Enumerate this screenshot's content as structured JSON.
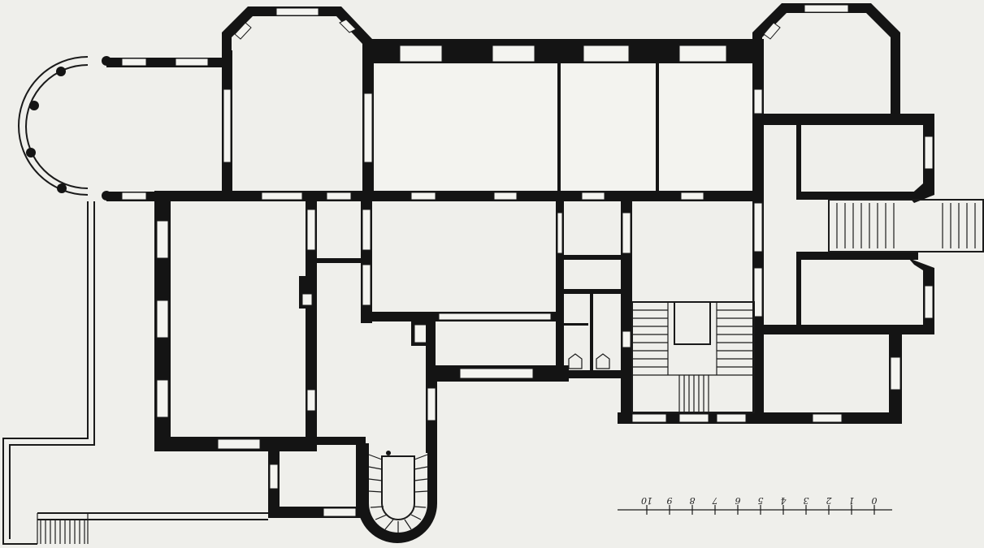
{
  "plan": {
    "paper_color": "#efefeb",
    "ink_color": "#141414"
  },
  "scale_bar": {
    "labels": [
      "10",
      "9",
      "8",
      "7",
      "6",
      "5",
      "4",
      "3",
      "2",
      "1",
      "0"
    ]
  }
}
